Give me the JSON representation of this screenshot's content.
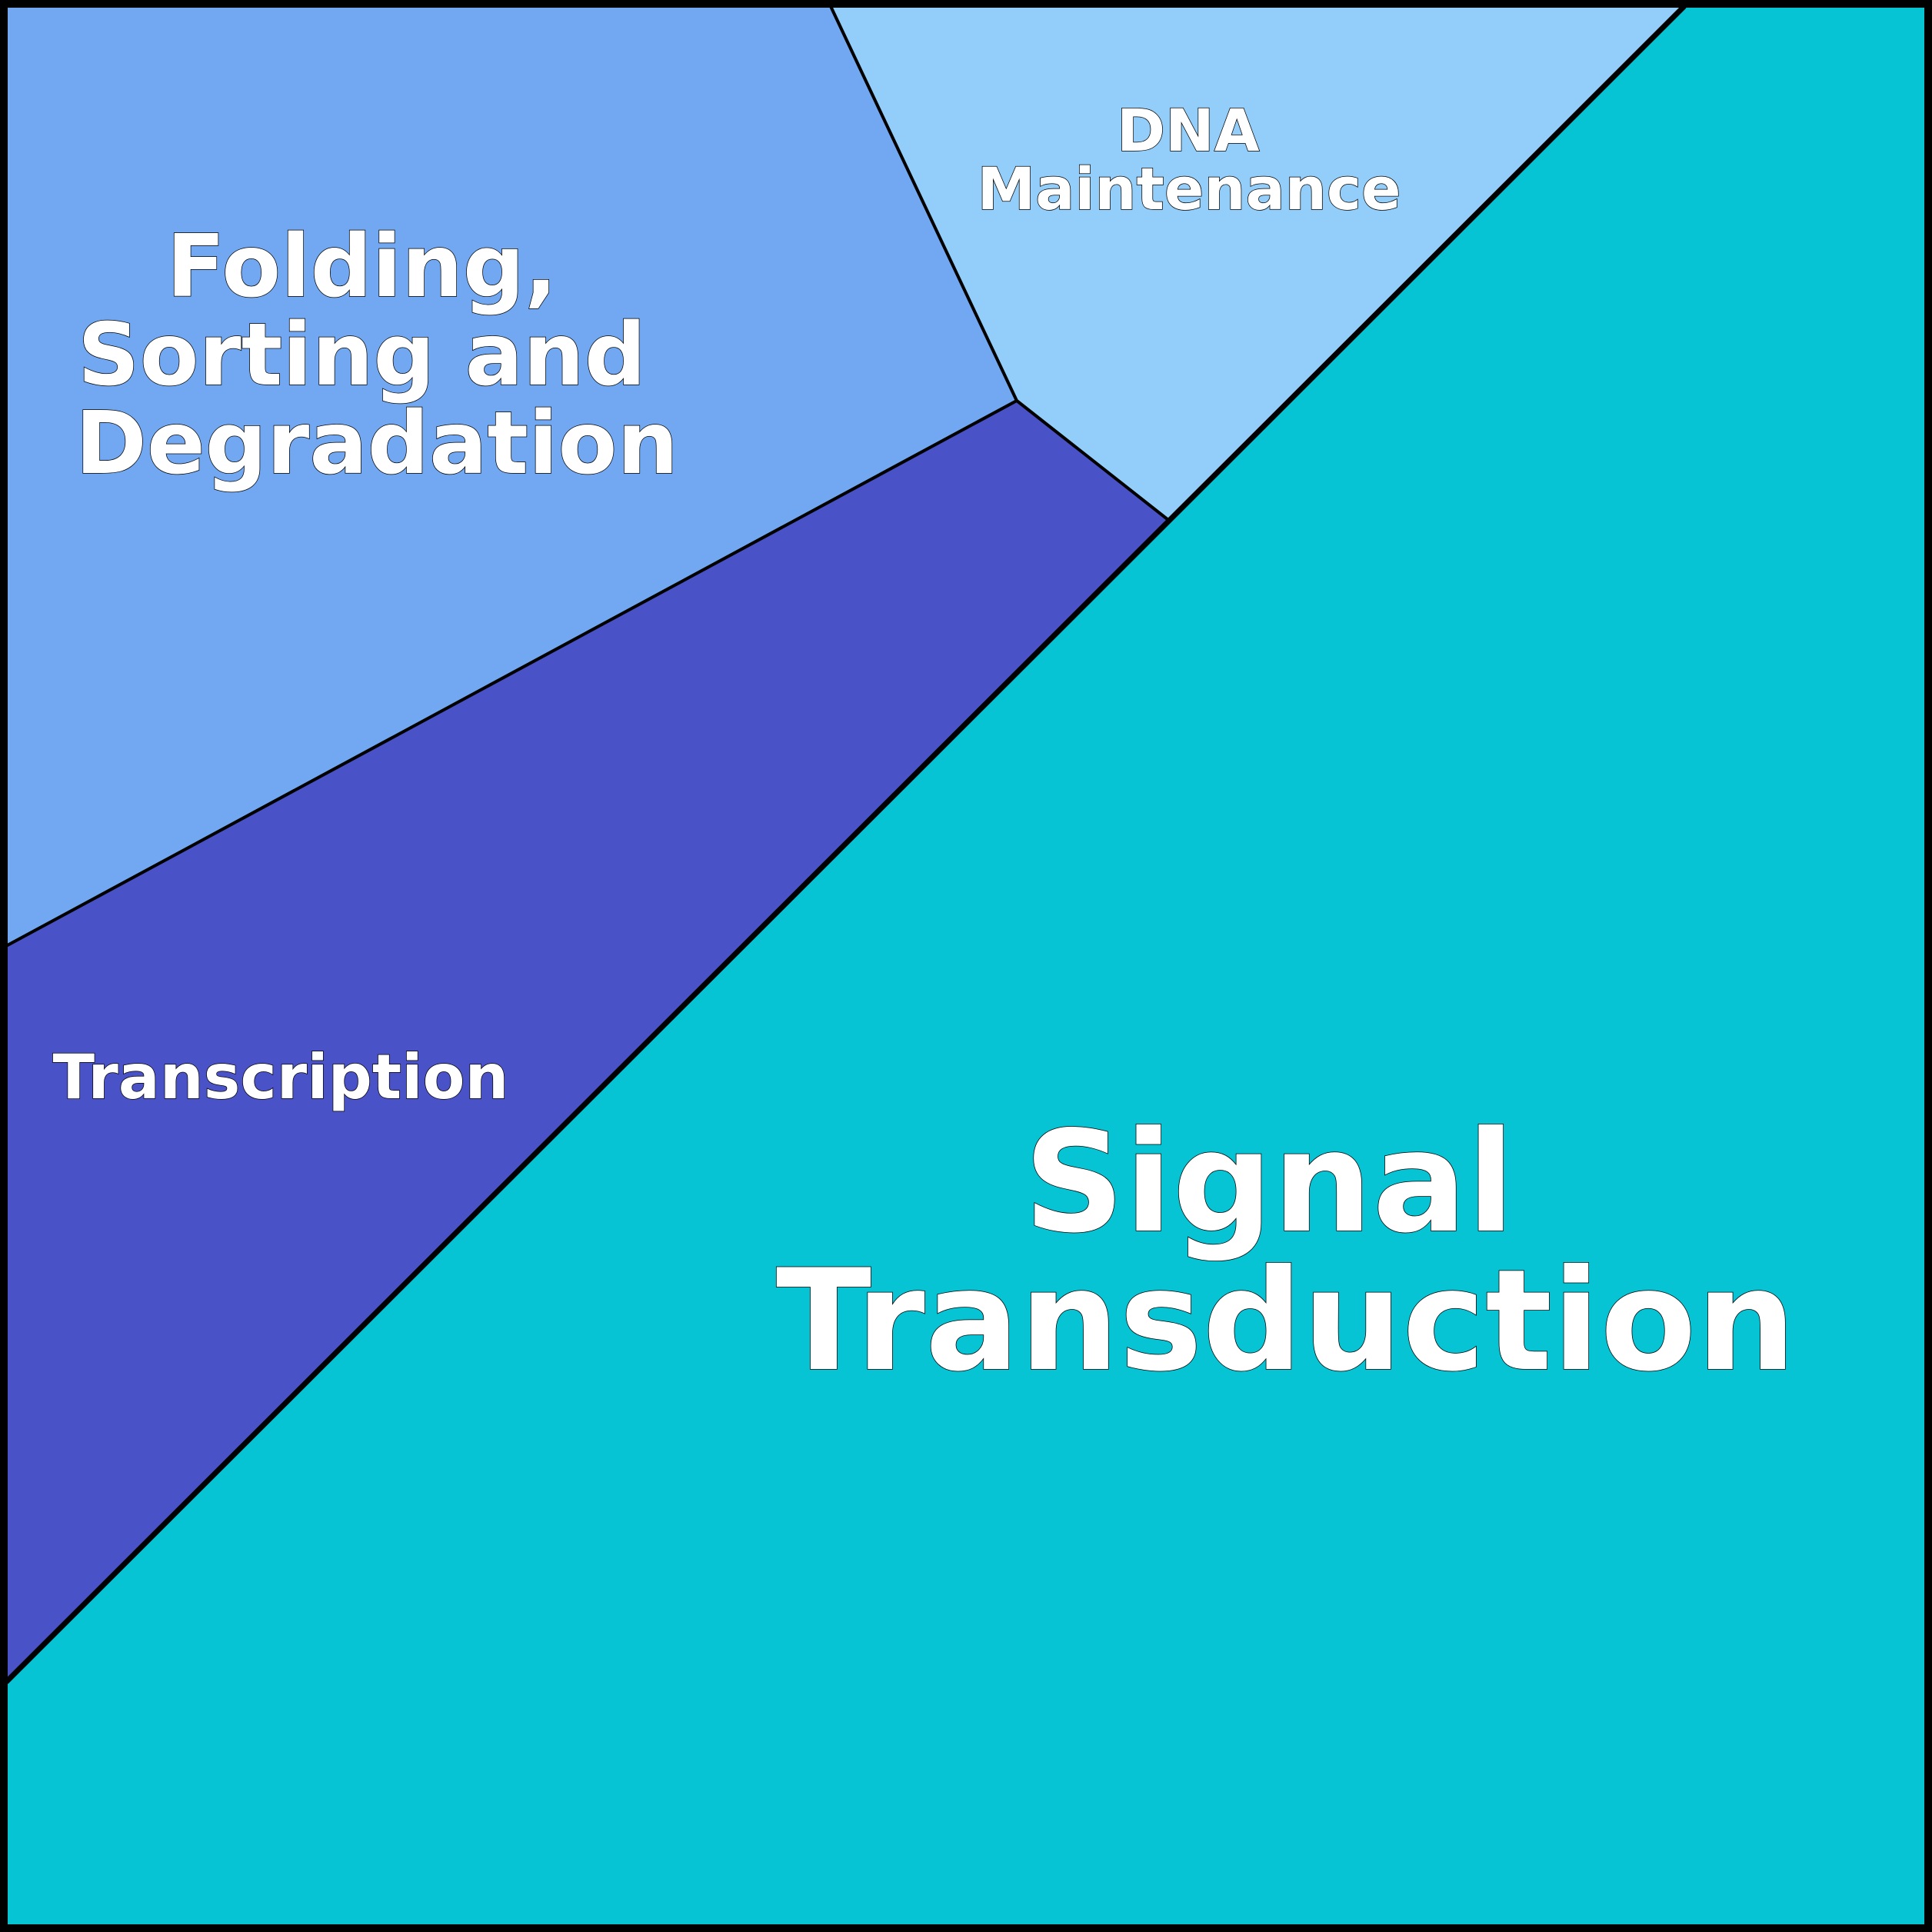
{
  "diagram": {
    "type": "voronoi-treemap",
    "cells": [
      {
        "id": "folding",
        "lines": [
          "Folding,",
          "Sorting and",
          "Degradation"
        ],
        "color": "#71a8f1"
      },
      {
        "id": "dna",
        "lines": [
          "DNA",
          "Maintenance"
        ],
        "color": "#93cefa"
      },
      {
        "id": "transcription",
        "lines": [
          "Transcription"
        ],
        "color": "#4a52c8"
      },
      {
        "id": "signal",
        "lines": [
          "Signal",
          "Transduction"
        ],
        "color": "#07c4d5"
      }
    ],
    "border_color": "#000000"
  }
}
